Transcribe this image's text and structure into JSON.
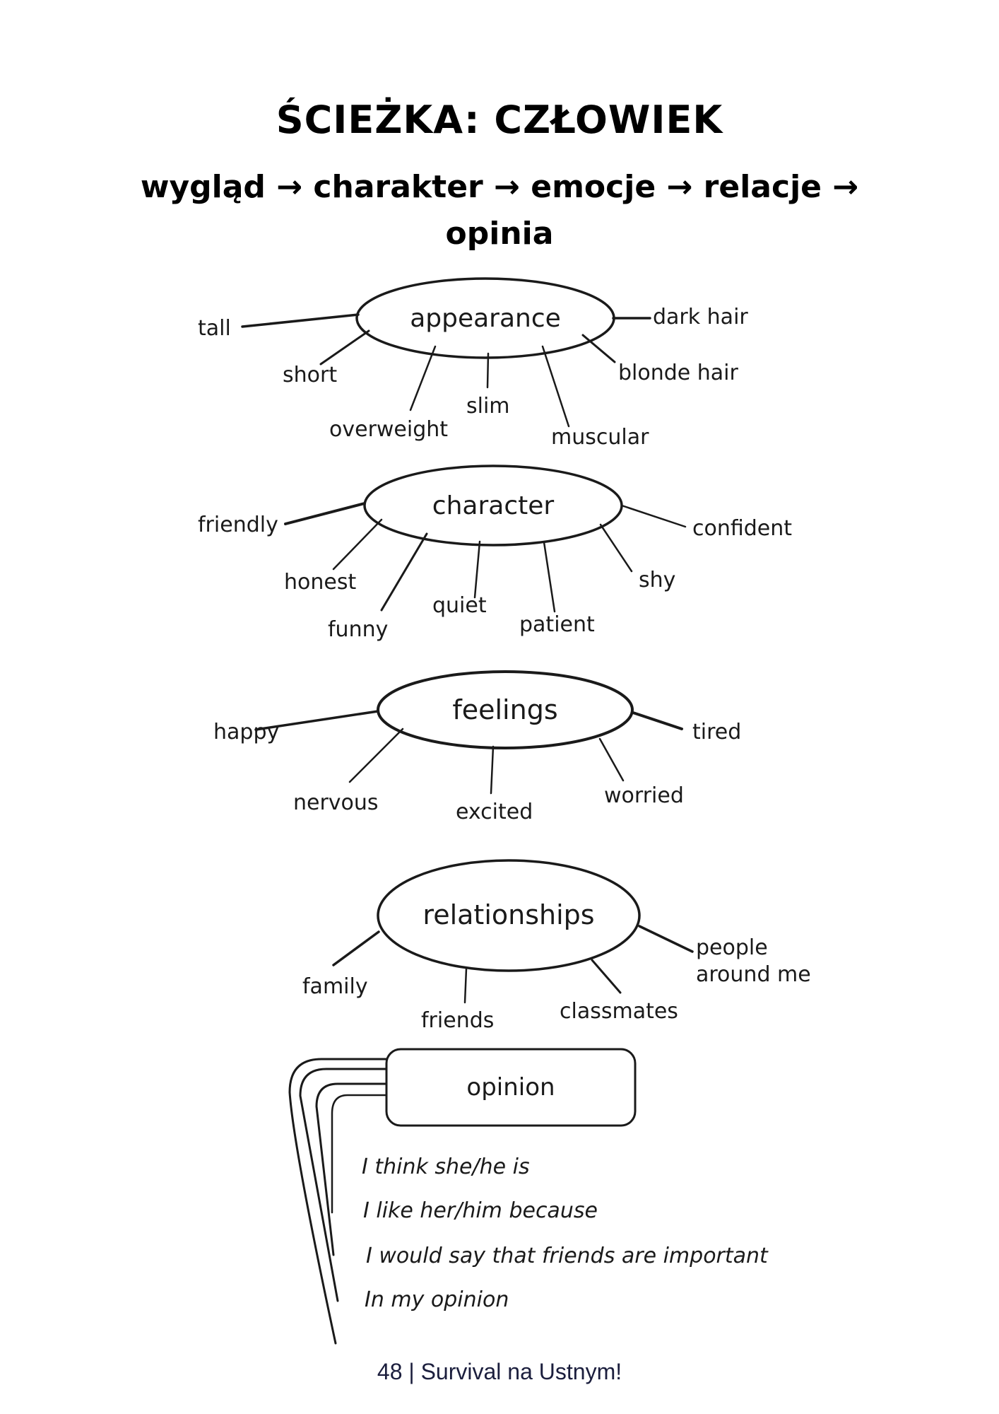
{
  "header": {
    "title": "ŚCIEŻKA: CZŁOWIEK",
    "path": "wygląd → charakter → emocje → relacje → opinia"
  },
  "mindmaps": [
    {
      "id": "appearance",
      "center": "appearance",
      "shape": "ellipse",
      "branches": [
        "tall",
        "short",
        "overweight",
        "slim",
        "muscular",
        "blonde hair",
        "dark hair"
      ]
    },
    {
      "id": "character",
      "center": "character",
      "shape": "ellipse",
      "branches": [
        "friendly",
        "honest",
        "funny",
        "quiet",
        "patient",
        "shy",
        "confident"
      ]
    },
    {
      "id": "feelings",
      "center": "feelings",
      "shape": "ellipse",
      "branches": [
        "happy",
        "nervous",
        "excited",
        "worried",
        "tired"
      ]
    },
    {
      "id": "relationships",
      "center": "relationships",
      "shape": "ellipse",
      "branches": [
        "family",
        "friends",
        "classmates",
        "people around me"
      ]
    },
    {
      "id": "opinion",
      "center": "opinion",
      "shape": "rounded-rectangle",
      "branches": [
        "I think she/he is",
        "I like her/him because",
        "I would say that friends are important",
        "In my opinion"
      ]
    }
  ],
  "footer": {
    "page_number": "48",
    "separator": "|",
    "book_title": "Survival na Ustnym!",
    "text": "48 | Survival na Ustnym!"
  },
  "colors": {
    "ink": "#1a1a1a",
    "footer_text": "#1b1e3d",
    "background": "#ffffff"
  }
}
